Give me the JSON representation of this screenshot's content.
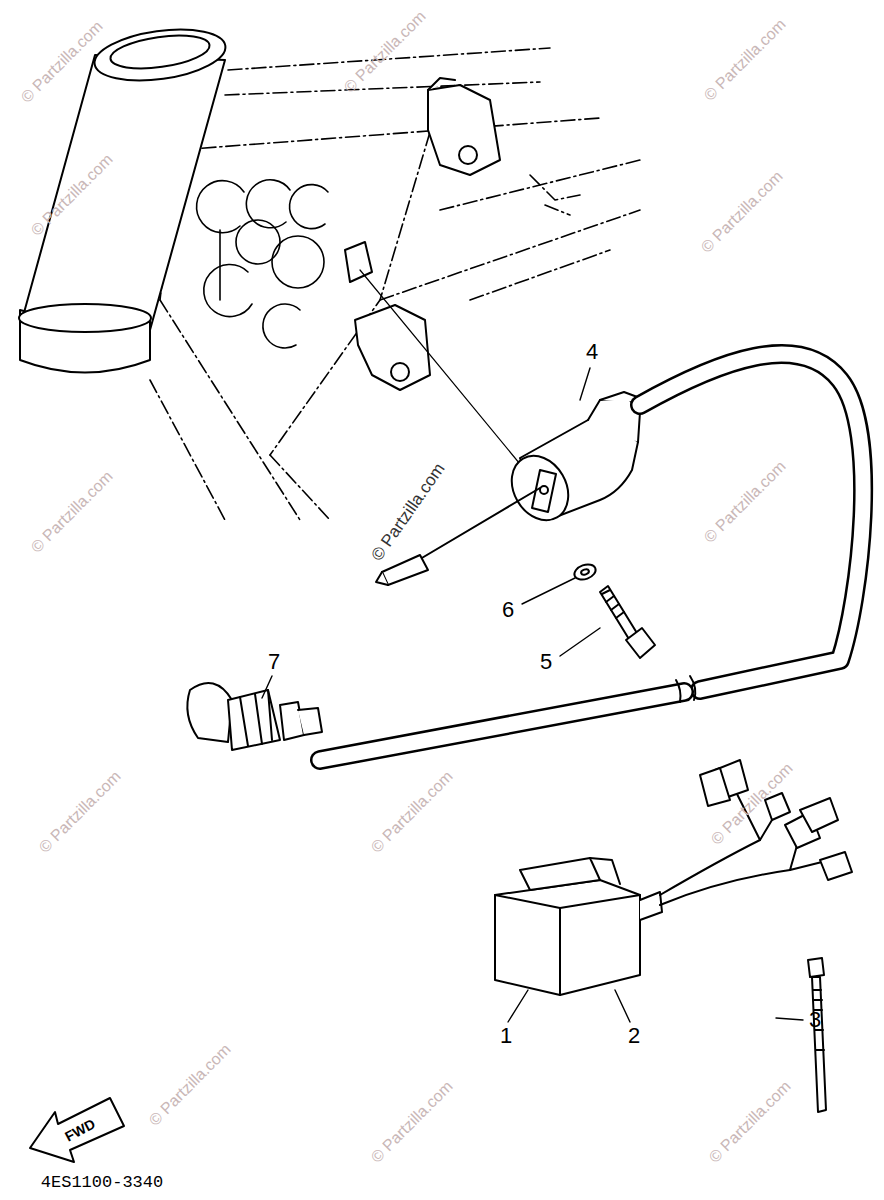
{
  "diagram": {
    "labels": [
      "4",
      "6",
      "5",
      "7",
      "1",
      "2",
      "3",
      "FWD",
      "4ES1100-3340",
      "© Partzilla.com",
      "© Partzilla.com",
      "© Partzilla.com",
      "© Partzilla.com",
      "© Partzilla.com",
      "© Partzilla.com",
      "© Partzilla.com",
      "© Partzilla.com",
      "© Partzilla.com",
      "© Partzilla.com",
      "© Partzilla.com",
      "© Partzilla.com",
      "© Partzilla.com",
      "© Partzilla.com"
    ]
  }
}
